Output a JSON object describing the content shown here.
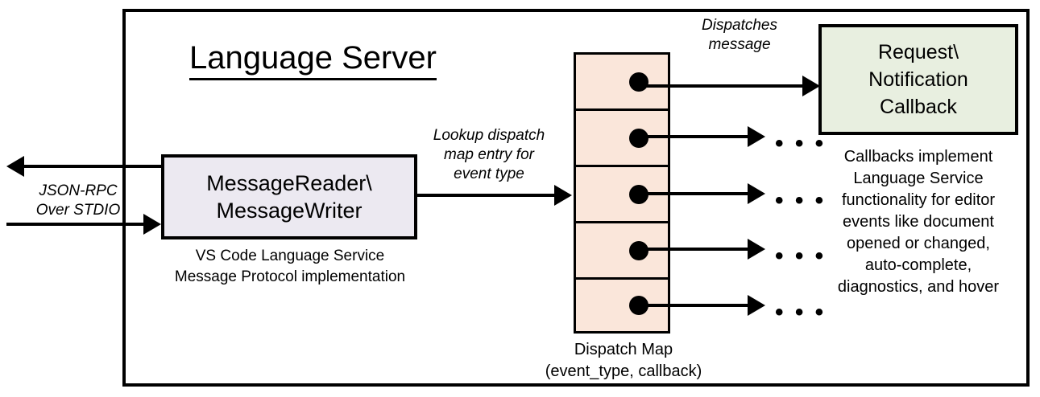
{
  "diagram": {
    "title": "Language Server",
    "external_io": {
      "label": "JSON-RPC\nOver STDIO",
      "outbound_arrow": "arrow-left-icon",
      "inbound_arrow": "arrow-right-icon"
    },
    "reader_node": {
      "label": "MessageReader\\\nMessageWriter",
      "caption": "VS Code Language Service\nMessage Protocol implementation",
      "fill": "#ece9f1",
      "stroke": "#000000"
    },
    "lookup_edge": {
      "label": "Lookup dispatch\nmap entry for\nevent type"
    },
    "dispatch_map": {
      "caption": "Dispatch Map\n(event_type, callback)",
      "fill": "#fae6da",
      "stroke": "#000000",
      "cells": [
        {
          "id": "entry-1",
          "dot": "callback-dot-icon"
        },
        {
          "id": "entry-2",
          "dot": "callback-dot-icon"
        },
        {
          "id": "entry-3",
          "dot": "callback-dot-icon"
        },
        {
          "id": "entry-4",
          "dot": "callback-dot-icon"
        },
        {
          "id": "entry-5",
          "dot": "callback-dot-icon"
        }
      ]
    },
    "dispatch_edge": {
      "label": "Dispatches\nmessage"
    },
    "callback_node": {
      "label": "Request\\\nNotification\nCallback",
      "caption": "Callbacks implement\nLanguage Service\nfunctionality for editor\nevents like document\nopened or changed,\nauto-complete,\ndiagnostics, and hover",
      "fill": "#e8efe0",
      "stroke": "#000000"
    },
    "ellipses": {
      "glyph": "• • •",
      "count": 4
    }
  }
}
